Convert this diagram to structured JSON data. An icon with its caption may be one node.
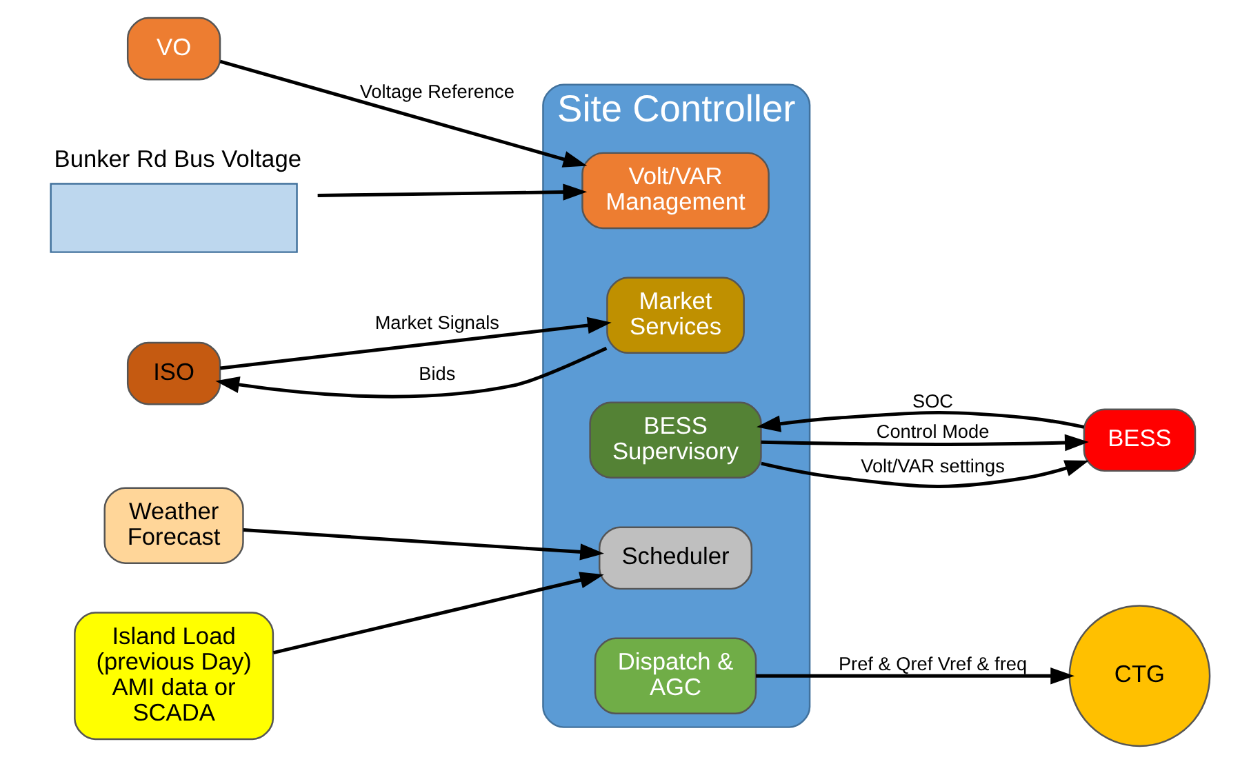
{
  "diagram": {
    "nodes": [
      {
        "text": [
          "VO"
        ]
      },
      {
        "text": [
          "Bunker Rd Bus Voltage"
        ]
      },
      {
        "text": [
          "ISO"
        ]
      },
      {
        "text": [
          "Site Controller"
        ]
      },
      {
        "text": [
          "Volt/VAR Management"
        ],
        "in": 3
      },
      {
        "text": [
          "Market Services"
        ],
        "in": 3
      },
      {
        "text": [
          "BESS Supervisory"
        ],
        "in": 3
      },
      {
        "text": [
          "Scheduler"
        ],
        "in": 3
      },
      {
        "text": [
          "Dispatch & AGC"
        ],
        "in": 3
      },
      {
        "text": [
          "BESS"
        ]
      },
      {
        "text": [
          "CTG"
        ]
      },
      {
        "text": [
          "Weather Forecast"
        ]
      },
      {
        "text": [
          "Island Load (previous Day) AMI data or SCADA"
        ]
      }
    ],
    "edges": [
      {
        "from": 0,
        "to": 4,
        "arrow": "to",
        "label": "Voltage Reference"
      },
      {
        "from": 1,
        "to": 4,
        "arrow": "to"
      },
      {
        "from": 2,
        "to": 5,
        "arrow": "to",
        "label": "Market Signals"
      },
      {
        "from": 5,
        "to": 2,
        "arrow": "to",
        "label": "Bids"
      },
      {
        "from": 9,
        "to": 6,
        "arrow": "to",
        "label": "SOC"
      },
      {
        "from": 6,
        "to": 9,
        "arrow": "to",
        "label": "Control Mode"
      },
      {
        "from": 6,
        "to": 9,
        "arrow": "to",
        "label": "Volt/VAR settings"
      },
      {
        "from": 8,
        "to": 10,
        "arrow": "to",
        "label": "Pref & Qref Vref & freq"
      },
      {
        "from": 11,
        "to": 7,
        "arrow": "to"
      },
      {
        "from": 12,
        "to": 7,
        "arrow": "to"
      }
    ]
  }
}
